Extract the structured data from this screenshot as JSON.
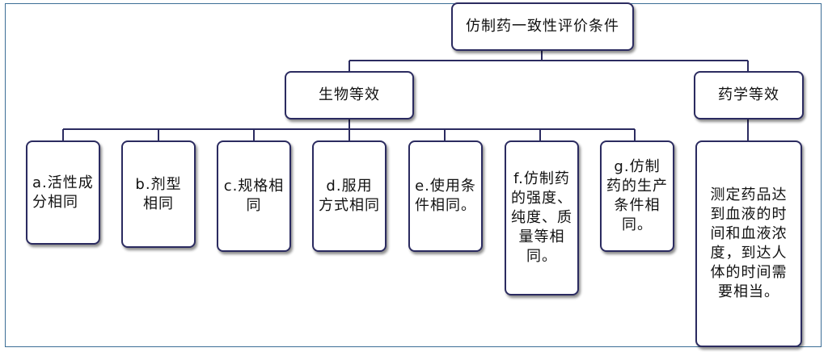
{
  "diagram": {
    "root": {
      "label": "仿制药一致性评价条件"
    },
    "branches": [
      {
        "label": "生物等效",
        "children": [
          {
            "label": "a.活性成分相同"
          },
          {
            "label": "b.剂型相同"
          },
          {
            "label": "c.规格相同"
          },
          {
            "label": "d.服用方式相同"
          },
          {
            "label": "e.使用条件相同。"
          },
          {
            "label": "f.仿制药的强度、纯度、质量等相同。"
          },
          {
            "label": "g.仿制药的生产条件相同。"
          }
        ]
      },
      {
        "label": "药学等效",
        "children": [
          {
            "label": "测定药品达到血液的时间和血液浓度，到达人体的时间需要相当。"
          }
        ]
      }
    ],
    "colors": {
      "border": "#2b2b60",
      "connector": "#2b2b60",
      "frame": "#3c6e96"
    }
  }
}
